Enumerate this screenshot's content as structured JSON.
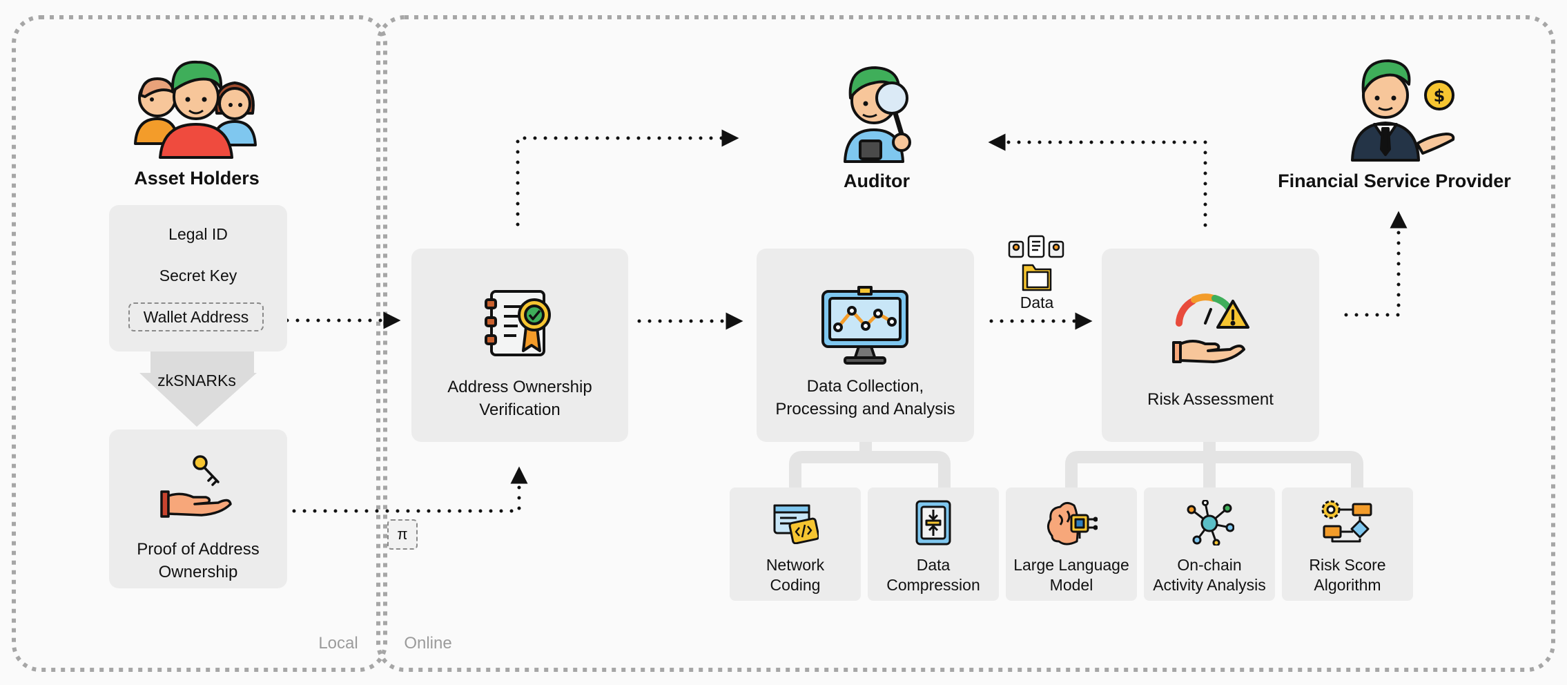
{
  "zones": {
    "local": "Local",
    "online": "Online"
  },
  "actors": {
    "asset_holders": "Asset Holders",
    "auditor": "Auditor",
    "financial_service_provider": "Financial Service Provider"
  },
  "holder_inputs": {
    "legal_id": "Legal ID",
    "secret_key": "Secret Key",
    "wallet_address": "Wallet Address"
  },
  "zk": {
    "arrow_label": "zkSNARKs",
    "proof_line1": "Proof of Address",
    "proof_line2": "Ownership",
    "pi_symbol": "π"
  },
  "stages": {
    "verification": {
      "line1": "Address Ownership",
      "line2": "Verification"
    },
    "data": {
      "line1": "Data Collection,",
      "line2": "Processing and Analysis"
    },
    "risk": {
      "line1": "Risk Assessment"
    }
  },
  "data_label": "Data",
  "data_modules": [
    {
      "line1": "Network",
      "line2": "Coding"
    },
    {
      "line1": "Data",
      "line2": "Compression"
    }
  ],
  "risk_modules": [
    {
      "line1": "Large Language",
      "line2": "Model"
    },
    {
      "line1": "On-chain",
      "line2": "Activity Analysis"
    },
    {
      "line1": "Risk Score",
      "line2": "Algorithm"
    }
  ],
  "colors": {
    "box_fill": "#ececec",
    "dashed_border": "#a6a6a6",
    "arrow": "#111111",
    "skin": "#f7c69a",
    "hair_green": "#3fae5a",
    "accent_yellow": "#f6c531"
  }
}
